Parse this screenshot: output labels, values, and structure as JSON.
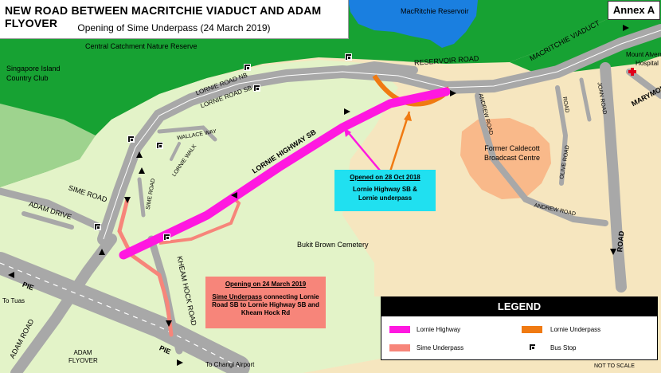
{
  "title": "NEW ROAD BETWEEN MACRITCHIE VIADUCT AND ADAM FLYOVER",
  "subtitle": "Opening of Sime Underpass (24 March 2019)",
  "annex": "Annex A",
  "places": {
    "macritchie_reservoir": "MacRitchie Reservoir",
    "central_catchment": "Central Catchment Nature Reserve",
    "country_club": "Singapore Island Country Club",
    "hospital": "Mount Alvernia Hospital",
    "caldecott": "Former Caldecott Broadcast Centre",
    "bukit_brown": "Bukit Brown Cemetery",
    "to_tuas": "To Tuas",
    "to_changi": "To Changi Airport",
    "adam_flyover": "ADAM FLYOVER"
  },
  "roads": {
    "reservoir_road": "RESERVOIR ROAD",
    "macritchie_viaduct": "MACRITCHIE VIADUCT",
    "lornie_nb": "LORNIE ROAD NB",
    "lornie_sb": "LORNIE ROAD SB",
    "lornie_highway_sb": "LORNIE HIGHWAY SB",
    "wallace_way": "WALLACE WAY",
    "lornie_walk": "LORNIE WALK",
    "sime_road_big": "SIME ROAD",
    "sime_road_small": "SIME ROAD",
    "adam_drive": "ADAM DRIVE",
    "kheam_hock": "KHEAM HOCK ROAD",
    "pie_1": "PIE",
    "pie_2": "PIE",
    "adam_road": "ADAM ROAD",
    "andrew_road_vert": "ANDREW ROAD",
    "andrew_road": "ANDREW ROAD",
    "olive_road": "OLIVE ROAD",
    "joan_road": "JOAN ROAD",
    "jalan_road": "ROAD",
    "marymount": "MARYMOUNT",
    "thomson_road": "ROAD"
  },
  "callouts": {
    "lornie": {
      "heading": "Opened on 28 Oct 2018",
      "body": "Lornie Highway SB & Lornie underpass"
    },
    "sime": {
      "heading": "Opening on 24 March 2019",
      "body_underlined": "Sime Underpass",
      "body": "connecting Lornie Road SB to Lornie Highway SB and Kheam Hock Rd"
    }
  },
  "legend": {
    "title": "LEGEND",
    "items": [
      {
        "label": "Lornie Highway",
        "color": "#ff18e0"
      },
      {
        "label": "Lornie Underpass",
        "color": "#f07a12"
      },
      {
        "label": "Sime Underpass",
        "color": "#f7857a"
      },
      {
        "label": "Bus Stop",
        "icon": "bus-stop-icon"
      }
    ]
  },
  "scale_note": "NOT TO SCALE",
  "colors": {
    "forest": "#17a233",
    "park": "#e3f3c8",
    "land": "#f6e6bf",
    "water": "#1a7fe0",
    "road": "#a8a8a8",
    "lornie_highway": "#ff18e0",
    "lornie_underpass": "#f07a12",
    "sime_underpass": "#f7857a",
    "callout_cyan": "#20e0f0",
    "hospital_cross": "#e0001a"
  }
}
